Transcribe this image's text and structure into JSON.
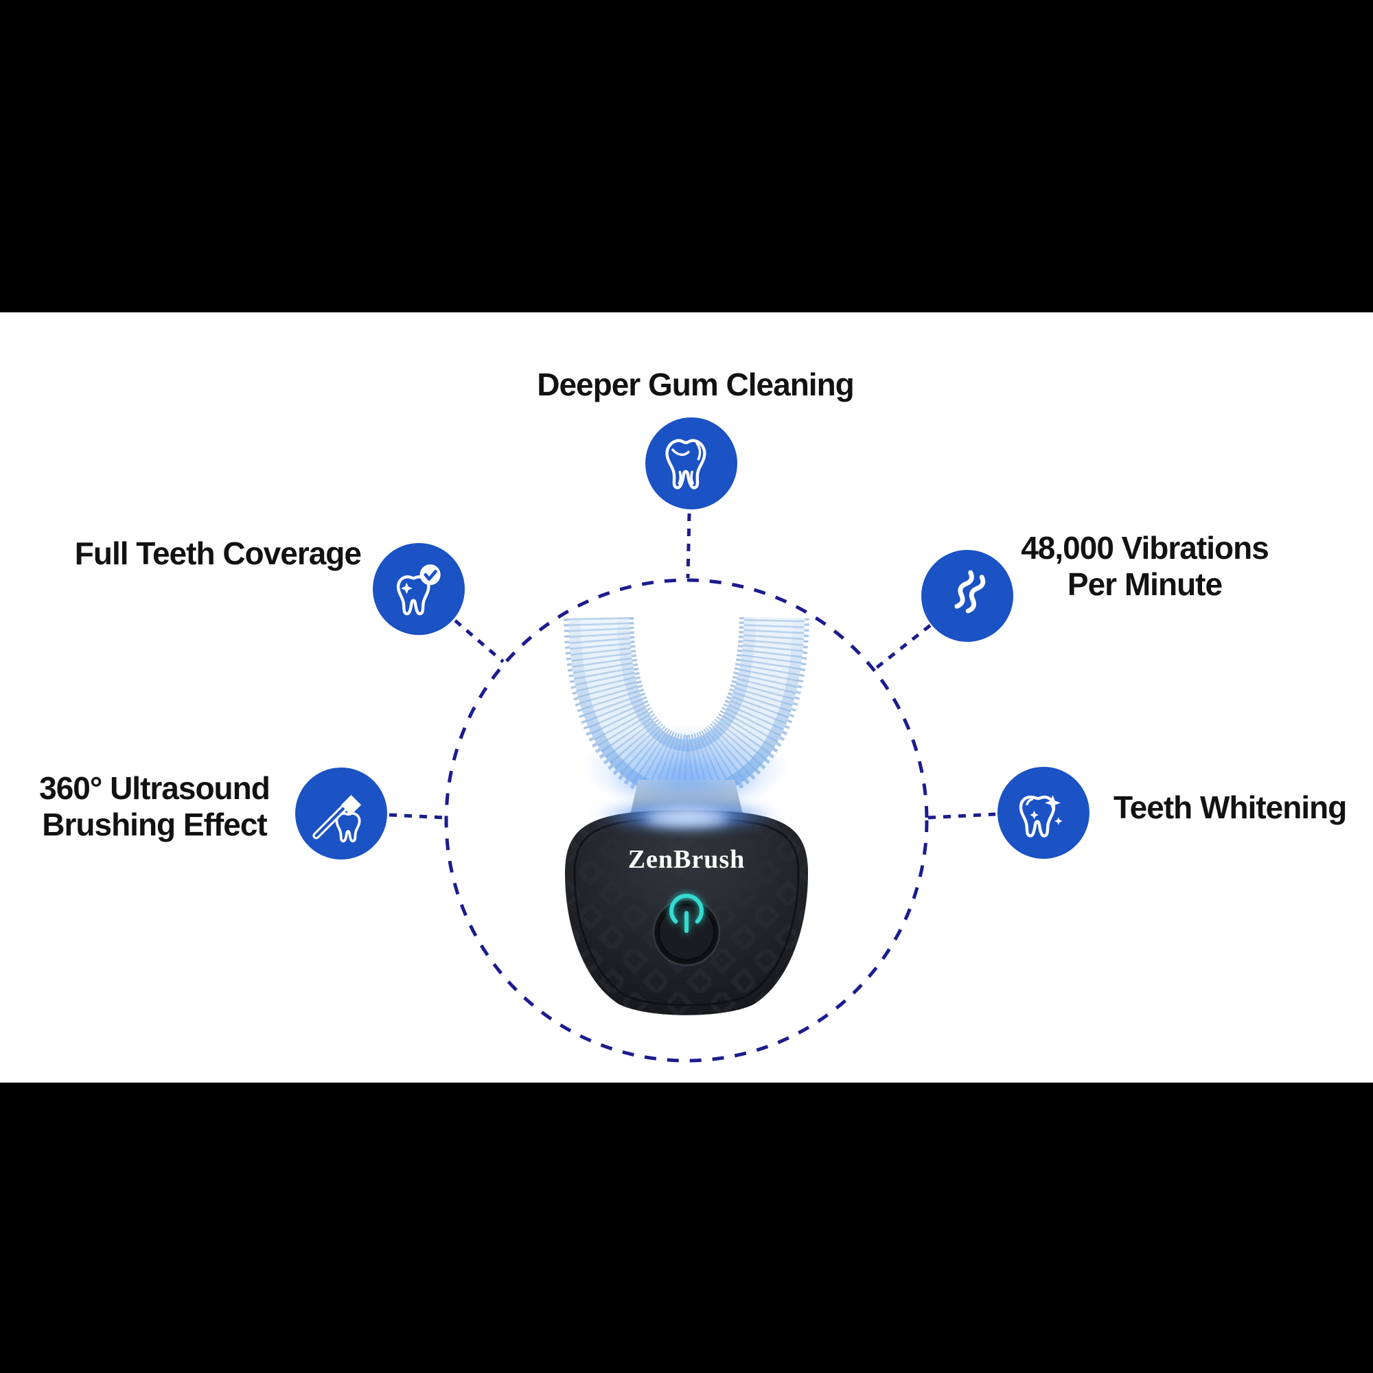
{
  "product": {
    "name": "ZenBrush",
    "type_note": "U-shaped ultrasonic toothbrush with power button"
  },
  "features": {
    "top": {
      "label": "Deeper Gum Cleaning",
      "icon": "molar-tooth-icon"
    },
    "left_upper": {
      "label": "Full Teeth Coverage",
      "icon": "tooth-check-icon"
    },
    "right_upper": {
      "line1": "48,000 Vibrations",
      "line2": "Per Minute",
      "icon": "vibration-waves-icon"
    },
    "left_lower": {
      "line1": "360° Ultrasound",
      "line2": "Brushing Effect",
      "icon": "toothbrush-tooth-icon"
    },
    "right_lower": {
      "label": "Teeth Whitening",
      "icon": "tooth-sparkles-icon"
    }
  },
  "colors": {
    "background_bars": "#000000",
    "panel": "#ffffff",
    "feature_circle_blue": "#1b52c4",
    "dashed_line_navy": "#1c1c8f",
    "heading_text": "#121212",
    "device_body": "#1d1f24",
    "power_glyph_teal": "#35dbd0",
    "brush_head_blue": "#bcd5f0",
    "led_glow_blue": "#4d8af0"
  }
}
